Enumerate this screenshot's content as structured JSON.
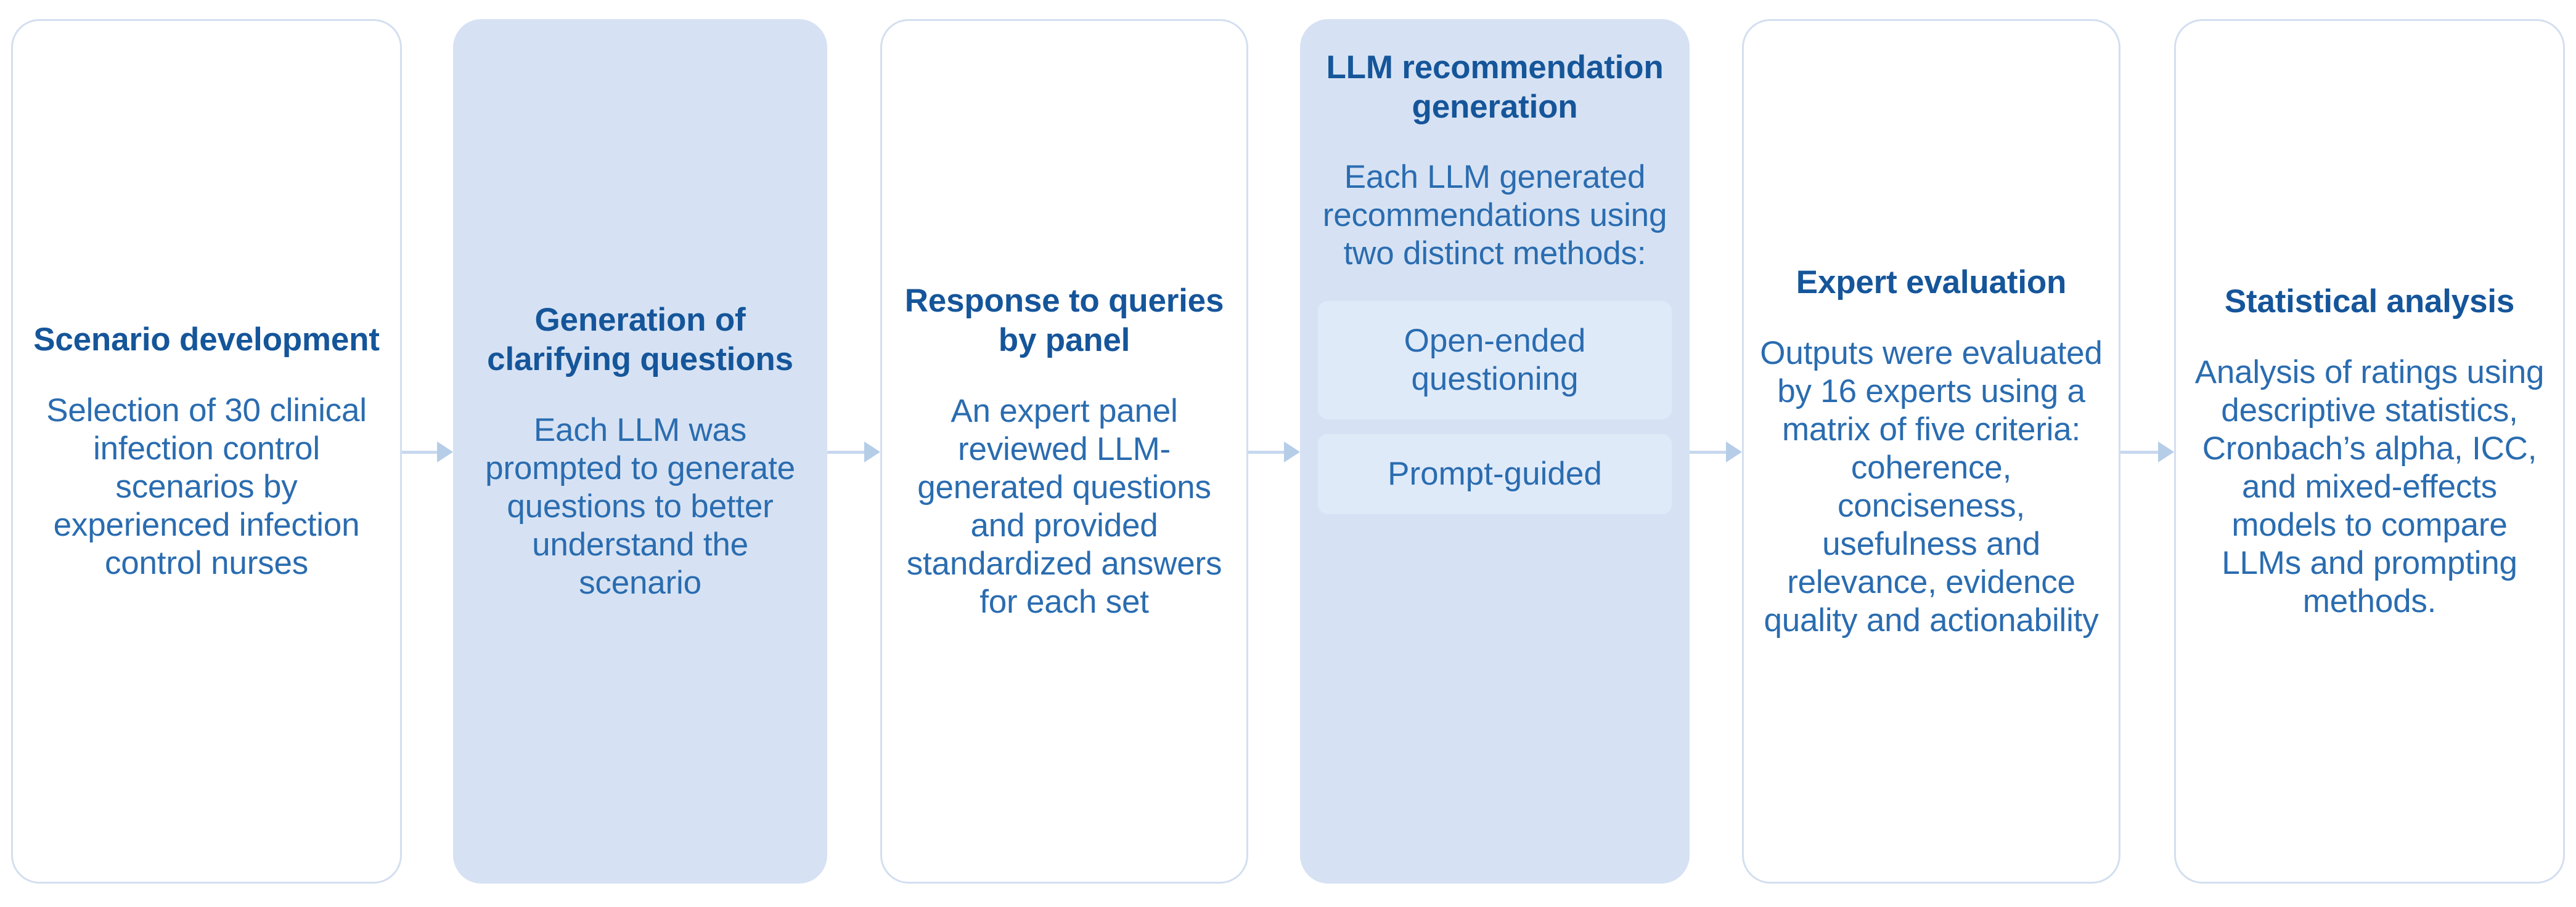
{
  "diagram": {
    "title": "Study workflow flowchart",
    "colors": {
      "box_border": "#d3dff0",
      "box_shaded_fill": "#d6e2f3",
      "chip_fill": "#dfeaf9",
      "title_text": "#15559a",
      "body_text": "#2a6cb0",
      "arrow": "#c7d8ef"
    },
    "steps": [
      {
        "id": "scenario-development",
        "title": "Scenario development",
        "body": "Selection of 30 clinical infection control scenarios by experienced infection control nurses",
        "shaded": false
      },
      {
        "id": "generation-of-clarifying-questions",
        "title": "Generation of clarifying questions",
        "body": "Each LLM was prompted to generate questions to better understand the scenario",
        "shaded": true
      },
      {
        "id": "response-to-queries-by-panel",
        "title": "Response to queries by panel",
        "body": "An expert panel reviewed LLM-generated questions and provided standardized answers for each set",
        "shaded": false
      },
      {
        "id": "llm-recommendation-generation",
        "title": "LLM recommendation generation",
        "body": "Each LLM generated recommendations using two distinct methods:",
        "shaded": true,
        "methods": [
          "Open-ended questioning",
          "Prompt-guided"
        ]
      },
      {
        "id": "expert-evaluation",
        "title": "Expert evaluation",
        "body": "Outputs were evaluated by 16 experts using a matrix of five criteria: coherence, conciseness, usefulness and relevance, evidence quality and actionability",
        "shaded": false
      },
      {
        "id": "statistical-analysis",
        "title": "Statistical analysis",
        "body": "Analysis of ratings using descriptive statistics, Cronbach’s alpha, ICC, and mixed-effects models to compare LLMs and prompting methods.",
        "shaded": false
      }
    ],
    "connectors": [
      {
        "id": "arrow-1-to-2",
        "icon": "arrow-right-icon"
      },
      {
        "id": "arrow-2-to-3",
        "icon": "arrow-right-icon"
      },
      {
        "id": "arrow-3-to-4",
        "icon": "arrow-right-icon"
      },
      {
        "id": "arrow-4-to-5",
        "icon": "arrow-right-icon"
      },
      {
        "id": "arrow-5-to-6",
        "icon": "arrow-right-icon"
      }
    ]
  }
}
